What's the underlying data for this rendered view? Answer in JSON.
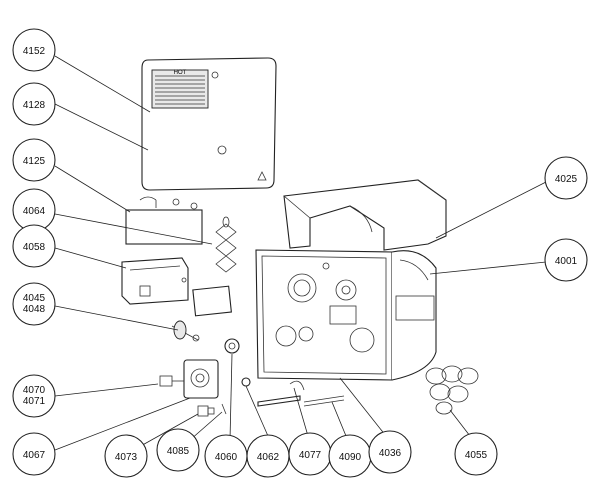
{
  "callouts": [
    {
      "id": "c4152",
      "label": "4152"
    },
    {
      "id": "c4128",
      "label": "4128"
    },
    {
      "id": "c4125",
      "label": "4125"
    },
    {
      "id": "c4064",
      "label": "4064"
    },
    {
      "id": "c4058",
      "label": "4058"
    },
    {
      "id": "c4045",
      "label": "4045",
      "label2": "4048"
    },
    {
      "id": "c4070",
      "label": "4070",
      "label2": "4071"
    },
    {
      "id": "c4067",
      "label": "4067"
    },
    {
      "id": "c4073",
      "label": "4073"
    },
    {
      "id": "c4085",
      "label": "4085"
    },
    {
      "id": "c4060",
      "label": "4060"
    },
    {
      "id": "c4062",
      "label": "4062"
    },
    {
      "id": "c4077",
      "label": "4077"
    },
    {
      "id": "c4090",
      "label": "4090"
    },
    {
      "id": "c4036",
      "label": "4036"
    },
    {
      "id": "c4055",
      "label": "4055"
    },
    {
      "id": "c4025",
      "label": "4025"
    },
    {
      "id": "c4001",
      "label": "4001"
    }
  ],
  "door_label": "HOT"
}
